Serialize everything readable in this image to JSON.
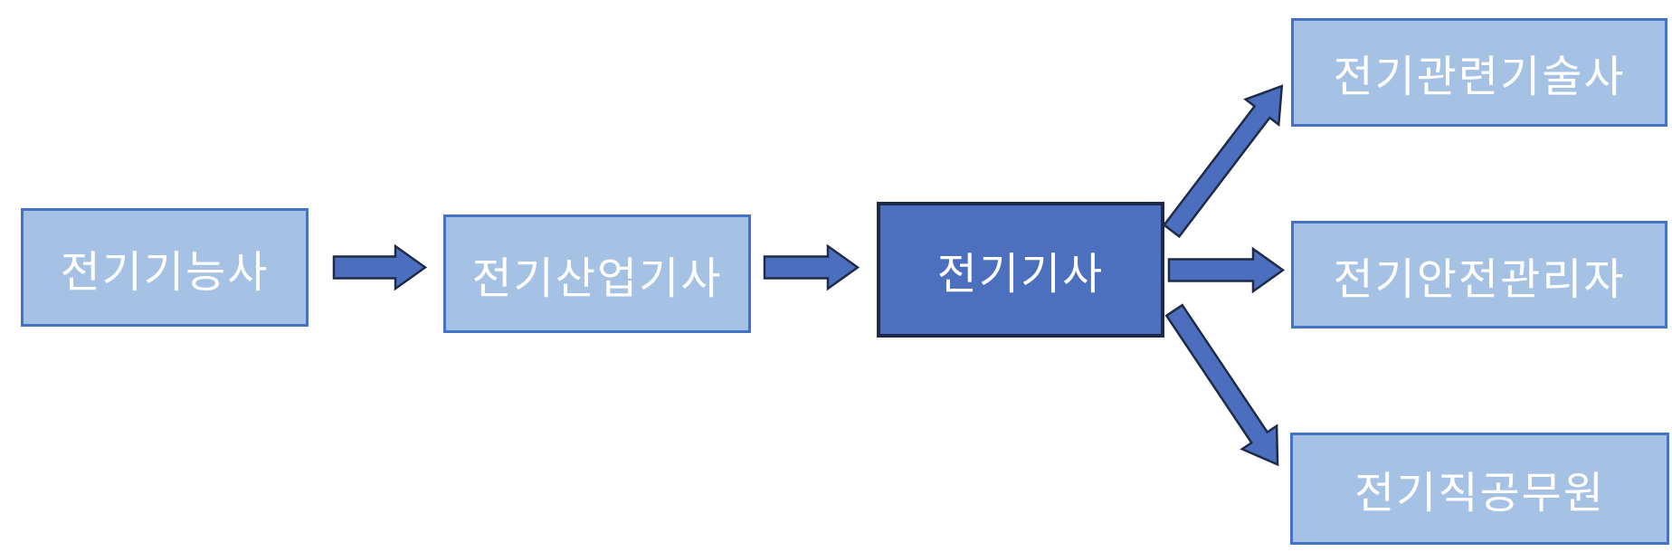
{
  "diagram": {
    "description": "Korean electrical certification progression flowchart",
    "nodes": {
      "craftsman": {
        "label": "전기기능사",
        "style": "light"
      },
      "industrial_engineer": {
        "label": "전기산업기사",
        "style": "light"
      },
      "engineer": {
        "label": "전기기사",
        "style": "dark"
      },
      "professional_engineer": {
        "label": "전기관련기술사",
        "style": "light"
      },
      "safety_manager": {
        "label": "전기안전관리자",
        "style": "light"
      },
      "civil_servant": {
        "label": "전기직공무원",
        "style": "light"
      }
    },
    "edges": [
      {
        "from": "전기기능사",
        "to": "전기산업기사"
      },
      {
        "from": "전기산업기사",
        "to": "전기기사"
      },
      {
        "from": "전기기사",
        "to": "전기관련기술사"
      },
      {
        "from": "전기기사",
        "to": "전기안전관리자"
      },
      {
        "from": "전기기사",
        "to": "전기직공무원"
      }
    ],
    "colors": {
      "light_box_fill": "#A5C1E4",
      "light_box_border": "#4472C4",
      "dark_box_fill": "#4C70BE",
      "dark_box_border": "#1F2A4A",
      "arrow_fill": "#4B6FBE",
      "arrow_border": "#1F2A44",
      "text": "#FFFFFF",
      "background": "#FFFFFF"
    }
  }
}
